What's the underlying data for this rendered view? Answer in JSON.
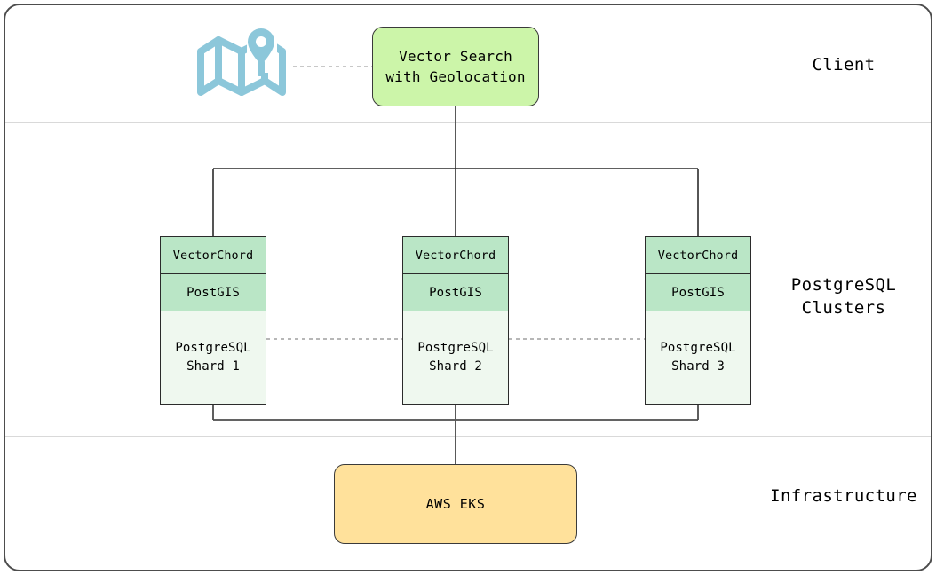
{
  "diagram": {
    "zones": [
      {
        "id": "client",
        "label": "Client"
      },
      {
        "id": "postgresql",
        "label": "PostgreSQL\nClusters"
      },
      {
        "id": "infrastructure",
        "label": "Infrastructure"
      }
    ],
    "client": {
      "icon_name": "map-location-icon",
      "icon_color": "#8cc7da",
      "node": {
        "label": "Vector Search\nwith Geolocation",
        "fill": "#ccf5a9",
        "stroke": "#3a3a3a"
      }
    },
    "clusters": [
      {
        "id": "cluster-1",
        "layers": [
          {
            "name": "vectorchord",
            "label": "VectorChord",
            "fill": "#bae6c6"
          },
          {
            "name": "postgis",
            "label": "PostGIS",
            "fill": "#bae6c6"
          },
          {
            "name": "shard",
            "label": "PostgreSQL\nShard 1",
            "fill": "#eff8ef"
          }
        ]
      },
      {
        "id": "cluster-2",
        "layers": [
          {
            "name": "vectorchord",
            "label": "VectorChord",
            "fill": "#bae6c6"
          },
          {
            "name": "postgis",
            "label": "PostGIS",
            "fill": "#bae6c6"
          },
          {
            "name": "shard",
            "label": "PostgreSQL\nShard 2",
            "fill": "#eff8ef"
          }
        ]
      },
      {
        "id": "cluster-3",
        "layers": [
          {
            "name": "vectorchord",
            "label": "VectorChord",
            "fill": "#bae6c6"
          },
          {
            "name": "postgis",
            "label": "PostGIS",
            "fill": "#bae6c6"
          },
          {
            "name": "shard",
            "label": "PostgreSQL\nShard 3",
            "fill": "#eff8ef"
          }
        ]
      }
    ],
    "infrastructure": {
      "node": {
        "label": "AWS EKS",
        "fill": "#ffe19b",
        "stroke": "#3a3a3a"
      }
    },
    "colors": {
      "frame_border": "#4d4d4d",
      "zone_divider": "#d9d9d9",
      "connector": "#595959",
      "dashed_connector": "#8c8c8c",
      "background": "#ffffff"
    }
  }
}
